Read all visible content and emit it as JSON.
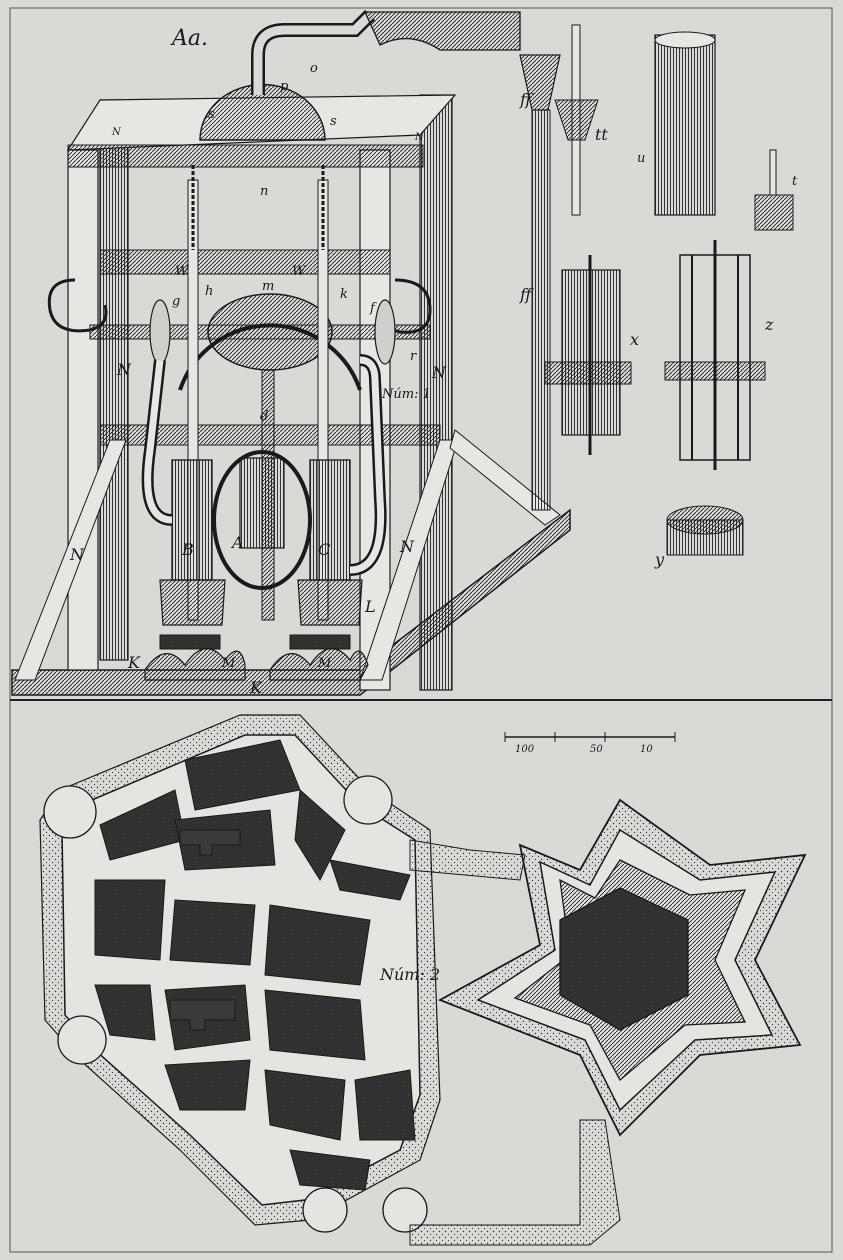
{
  "plate": {
    "signature": "Aa.",
    "paper_color": "#d9d9d6",
    "ink_color": "#1a1a1a"
  },
  "machine": {
    "figure_number": "Núm: 1",
    "labels": {
      "A": "A",
      "B": "B",
      "C": "C",
      "d": "d",
      "f": "f",
      "g": "g",
      "h": "h",
      "k": "k",
      "m": "m",
      "n": "n",
      "o": "o",
      "p": "p",
      "r": "r",
      "s": "s",
      "W": "W",
      "N": "N",
      "L": "L",
      "M": "M",
      "K": "K"
    },
    "parts": {
      "tt": "tt",
      "u": "u",
      "t": "t",
      "x": "x",
      "z": "z",
      "y": "y",
      "ff": "ff"
    }
  },
  "plan": {
    "figure_number": "Núm: 2",
    "scale_ticks": [
      "100",
      "50",
      "10"
    ]
  }
}
